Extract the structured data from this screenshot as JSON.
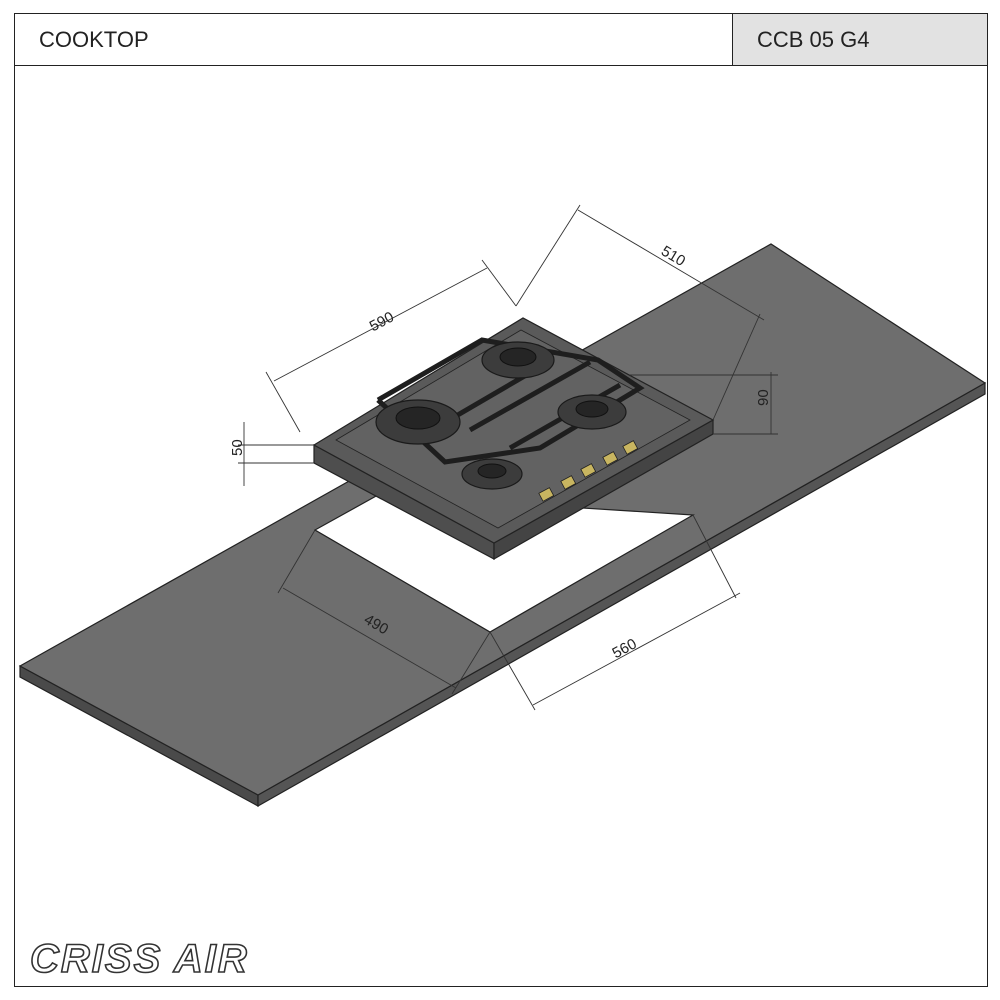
{
  "header": {
    "product_type": "COOKTOP",
    "model": "CCB 05 G4"
  },
  "dimensions": {
    "hob_width": "590",
    "hob_depth": "510",
    "hob_height": "90",
    "hob_thickness": "50",
    "cutout_depth": "490",
    "cutout_width": "560"
  },
  "brand": {
    "logo": "CRISS AIR"
  },
  "colors": {
    "countertop": "#6e6e6e",
    "hob": "#5a5a5a",
    "frame": "#222222",
    "title_bg": "#e2e2e2"
  }
}
